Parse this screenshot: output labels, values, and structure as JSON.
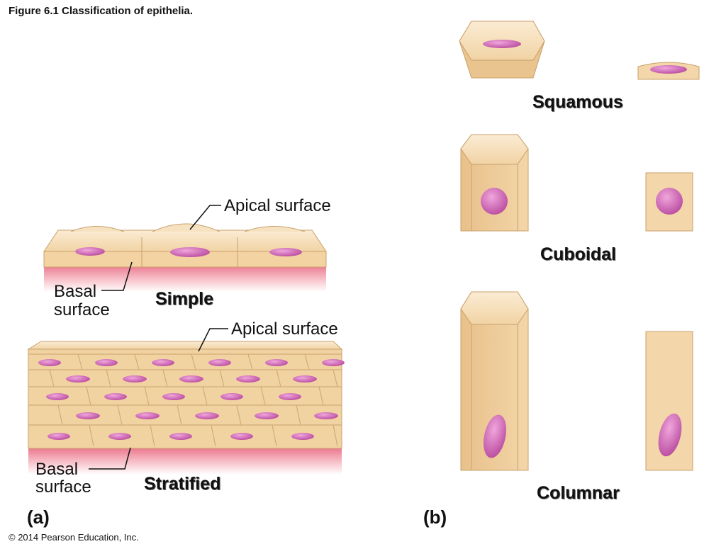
{
  "figure_title": "Figure 6.1  Classification of epithelia.",
  "copyright": "© 2014 Pearson Education, Inc.",
  "panel_a": {
    "letter": "(a)",
    "simple": {
      "apical_label": "Apical surface",
      "basal_label_line1": "Basal",
      "basal_label_line2": "surface",
      "name": "Simple"
    },
    "stratified": {
      "apical_label": "Apical surface",
      "basal_label_line1": "Basal",
      "basal_label_line2": "surface",
      "name": "Stratified"
    }
  },
  "panel_b": {
    "letter": "(b)",
    "shapes": [
      "Squamous",
      "Cuboidal",
      "Columnar"
    ]
  },
  "colors": {
    "cell_fill": "#f1d3a4",
    "cell_edge": "#c9a06c",
    "cell_top": "#f7e4c4",
    "nucleus": "#cf6bb6",
    "basement": "#f2a7b2"
  }
}
